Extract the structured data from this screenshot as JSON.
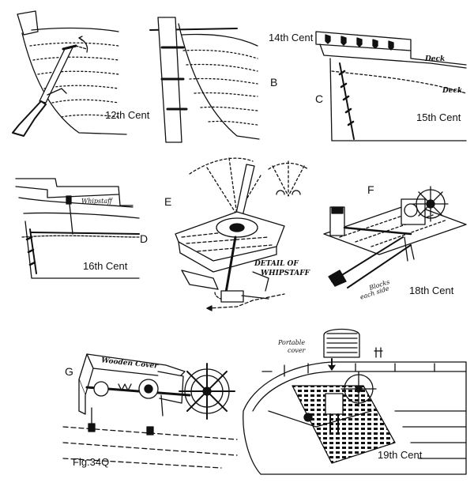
{
  "figure": {
    "caption": "Fig.34Q",
    "panels": [
      {
        "id": "A",
        "century": "12th Cent"
      },
      {
        "id": "B",
        "letter": "B"
      },
      {
        "id": "C",
        "letter": "C",
        "century_top": "14th Cent",
        "century_bottom": "15th Cent",
        "labels": [
          "Deck",
          "Deck"
        ]
      },
      {
        "id": "D",
        "letter": "D",
        "century": "16th Cent",
        "labels": [
          "Whipstaff"
        ]
      },
      {
        "id": "E",
        "letter": "E",
        "labels": [
          "DETAIL OF",
          "WHIPSTAFF"
        ]
      },
      {
        "id": "F",
        "letter": "F",
        "century": "18th Cent",
        "labels": [
          "Blocks",
          "each side"
        ]
      },
      {
        "id": "G",
        "letter": "G",
        "labels": [
          "Wooden Cover"
        ]
      },
      {
        "id": "H",
        "century": "19th Cent",
        "labels": [
          "Portable",
          "cover"
        ]
      }
    ]
  }
}
